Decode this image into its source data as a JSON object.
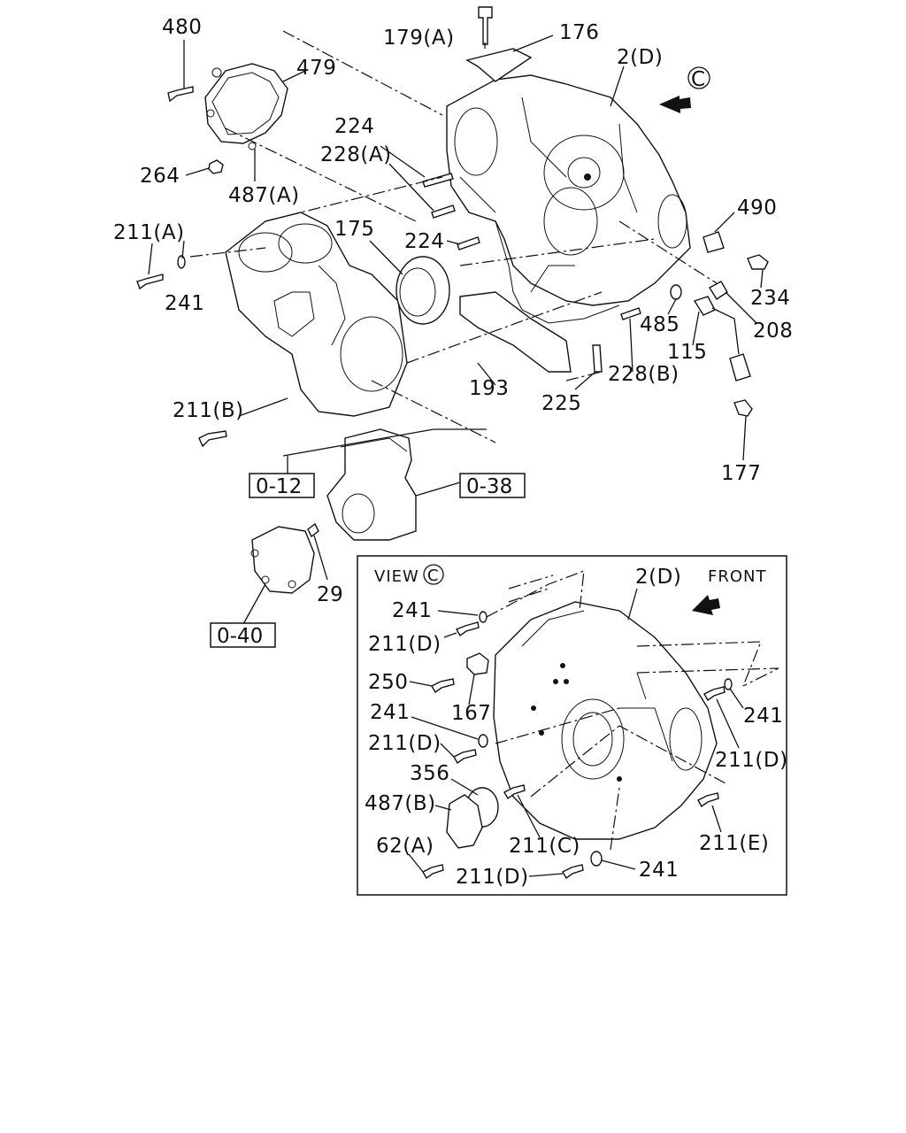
{
  "callouts": {
    "c480": "480",
    "c479": "479",
    "c264": "264",
    "c487a": "487(A)",
    "c179a": "179(A)",
    "c176": "176",
    "c2d_top": "2(D)",
    "c224a": "224",
    "c228a": "228(A)",
    "c224b": "224",
    "c211a": "211(A)",
    "c241a": "241",
    "c175": "175",
    "c490": "490",
    "c234": "234",
    "c208": "208",
    "c485": "485",
    "c115": "115",
    "c228b": "228(B)",
    "c193": "193",
    "c225": "225",
    "c211b": "211(B)",
    "c177": "177",
    "c29": "29"
  },
  "refs": {
    "r012": "0-12",
    "r038": "0-38",
    "r040": "0-40"
  },
  "view_c_symbol": "C",
  "inset": {
    "view_label": "VIEW",
    "view_symbol": "C",
    "front_label": "FRONT",
    "callouts": {
      "i2d": "2(D)",
      "i241a": "241",
      "i211d_a": "211(D)",
      "i250": "250",
      "i167": "167",
      "i241b": "241",
      "i211d_b": "211(D)",
      "i356": "356",
      "i487b": "487(B)",
      "i62a": "62(A)",
      "i211c": "211(C)",
      "i211d_c": "211(D)",
      "i241c": "241",
      "i241d": "241",
      "i211d_d": "211(D)",
      "i211e": "211(E)"
    }
  },
  "icons": [
    "circle-c-symbol",
    "direction-arrow",
    "front-arrow"
  ]
}
